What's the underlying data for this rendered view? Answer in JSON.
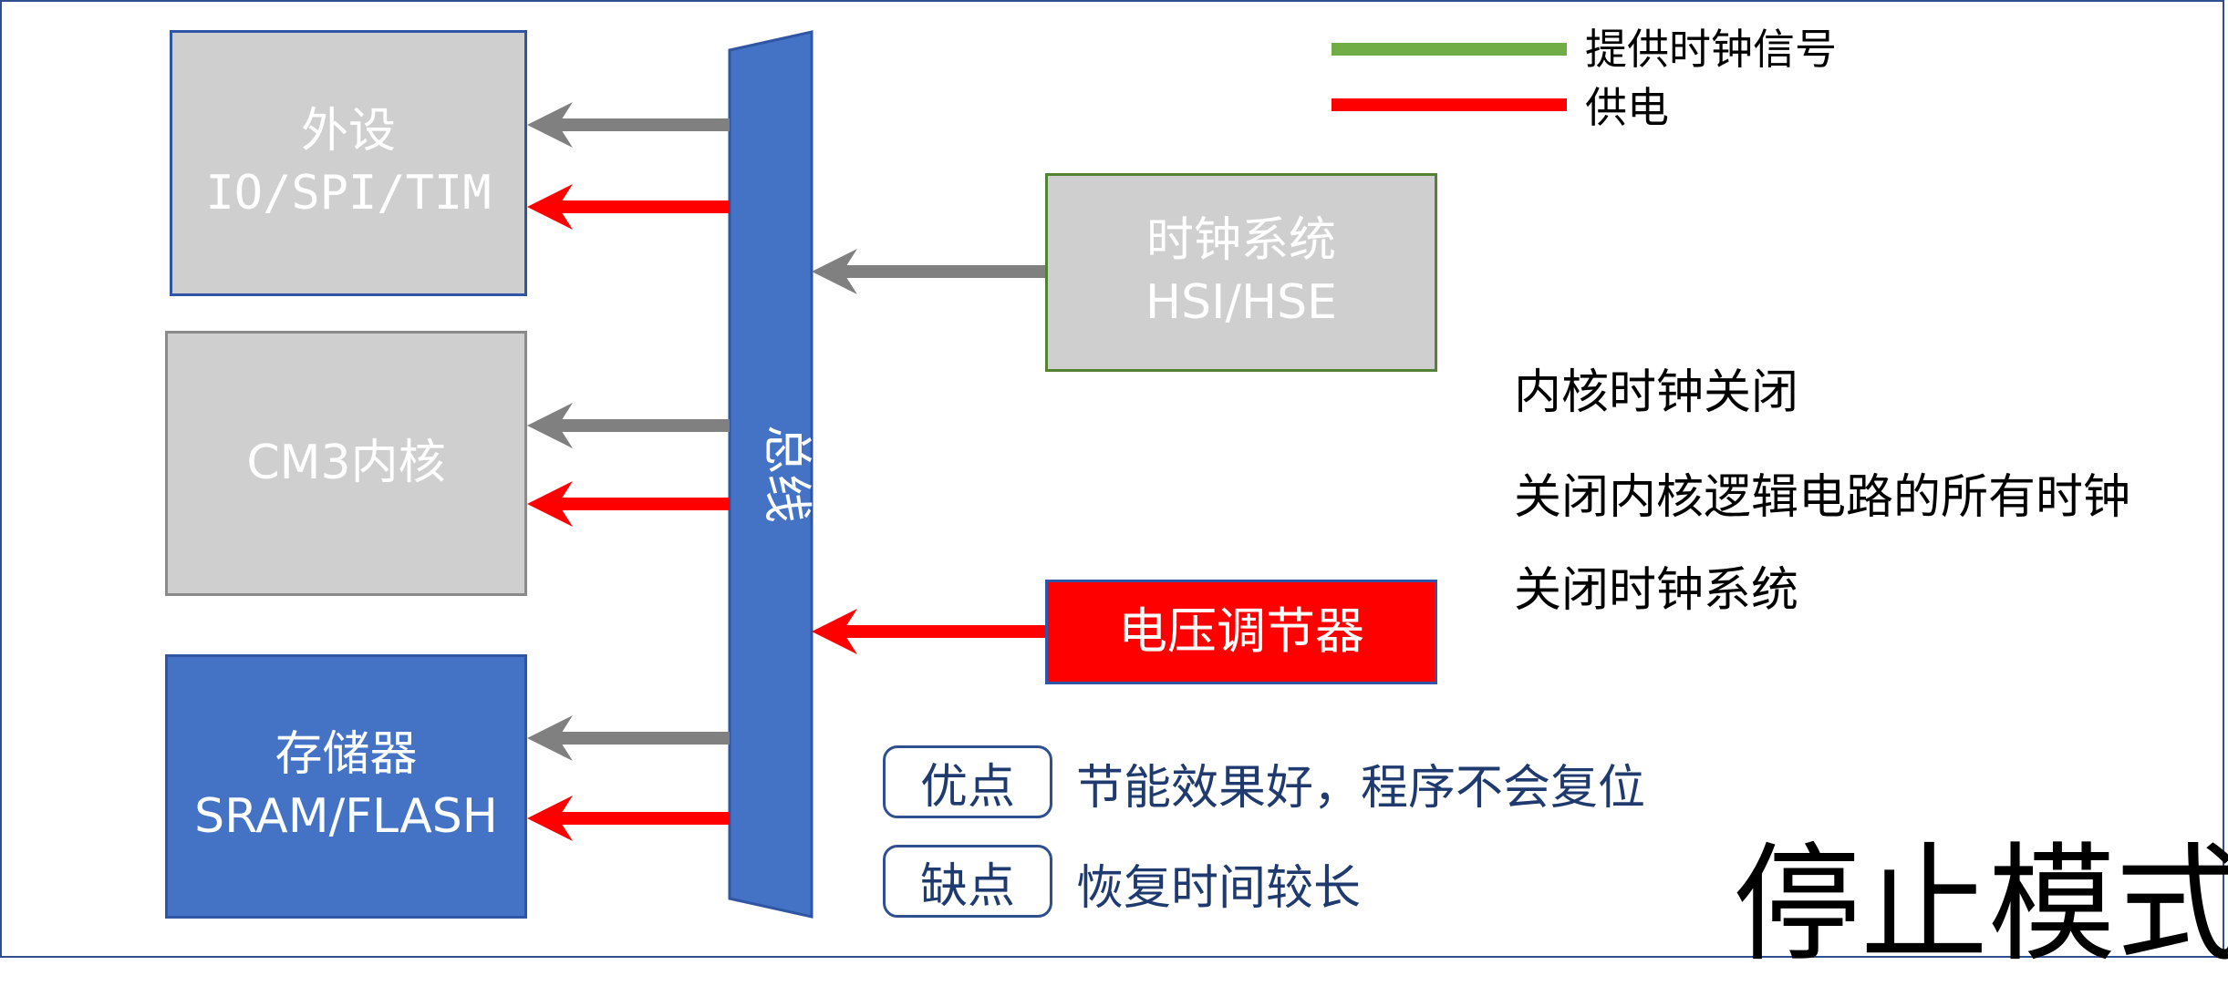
{
  "legend": {
    "clock": {
      "label": "提供时钟信号",
      "color": "#70ad47"
    },
    "power": {
      "label": "供电",
      "color": "#ff0000"
    }
  },
  "blocks": {
    "peripheral": {
      "line1": "外设",
      "line2": "IO/SPI/TIM"
    },
    "core": {
      "line1": "CM3内核"
    },
    "memory": {
      "line1": "存储器",
      "line2": "SRAM/FLASH"
    },
    "clock_system": {
      "line1": "时钟系统",
      "line2": "HSI/HSE"
    },
    "regulator": {
      "line1": "电压调节器"
    }
  },
  "bus": {
    "label": "总线"
  },
  "notes": [
    "内核时钟关闭",
    "关闭内核逻辑电路的所有时钟",
    "关闭时钟系统"
  ],
  "pros": {
    "tag": "优点",
    "text": "节能效果好，程序不会复位"
  },
  "cons": {
    "tag": "缺点",
    "text": "恢复时间较长"
  },
  "mode_title": "停止模式",
  "colors": {
    "gray_arrow": "#808080",
    "red_arrow": "#ff0000",
    "bus": "#4472c4"
  }
}
